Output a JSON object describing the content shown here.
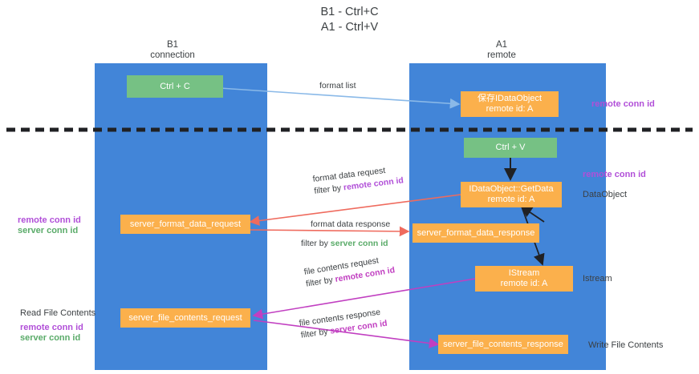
{
  "title": "B1 - Ctrl+C\nA1 - Ctrl+V",
  "columns": {
    "left": "B1\nconnection",
    "right": "A1\nremote"
  },
  "boxes": {
    "ctrl_c": "Ctrl + C",
    "save_idataobject": "保存IDataObject\nremote id: A",
    "ctrl_v": "Ctrl + V",
    "getdata": "IDataObject::GetData\nremote id: A",
    "server_format_data_request": "server_format_data_request",
    "server_format_data_response": "server_format_data_response",
    "istream": "IStream\nremote id: A",
    "server_file_contents_request": "server_file_contents_request",
    "server_file_contents_response": "server_file_contents_response"
  },
  "right_labels": {
    "remote_conn_id_top": "remote conn id",
    "remote_conn_id_mid": "remote conn id",
    "dataobject": "DataObject",
    "istream": "Istream",
    "write_file_contents": "Write File Contents"
  },
  "left_labels": {
    "remote_conn_id": "remote conn id",
    "server_conn_id": "server conn id",
    "read_file_contents": "Read File Contents",
    "remote_conn_id_2": "remote conn id",
    "server_conn_id_2": "server conn id"
  },
  "arrows": {
    "format_list": "format list",
    "format_data_request": "format data request",
    "format_data_request_filter_prefix": "filter by ",
    "format_data_request_filter_key": "remote conn id",
    "format_data_response": "format data response",
    "format_data_response_filter_prefix": "filter by ",
    "format_data_response_filter_key": "server conn id",
    "file_contents_request": "file contents request",
    "file_contents_request_filter_prefix": "filter by ",
    "file_contents_request_filter_key": "remote conn id",
    "file_contents_response": "file contents response",
    "file_contents_response_filter_prefix": "filter by ",
    "file_contents_response_filter_key": "server conn id"
  },
  "colors": {
    "lane": "#4285d8",
    "green_box": "#76c184",
    "orange_box": "#fbb04c",
    "purple": "#b14fd8",
    "green_text": "#5aab69",
    "magenta": "#c13fc1",
    "light_blue_arrow": "#8ab9e8",
    "red_arrow": "#ef6b5e",
    "divider": "#202124"
  }
}
